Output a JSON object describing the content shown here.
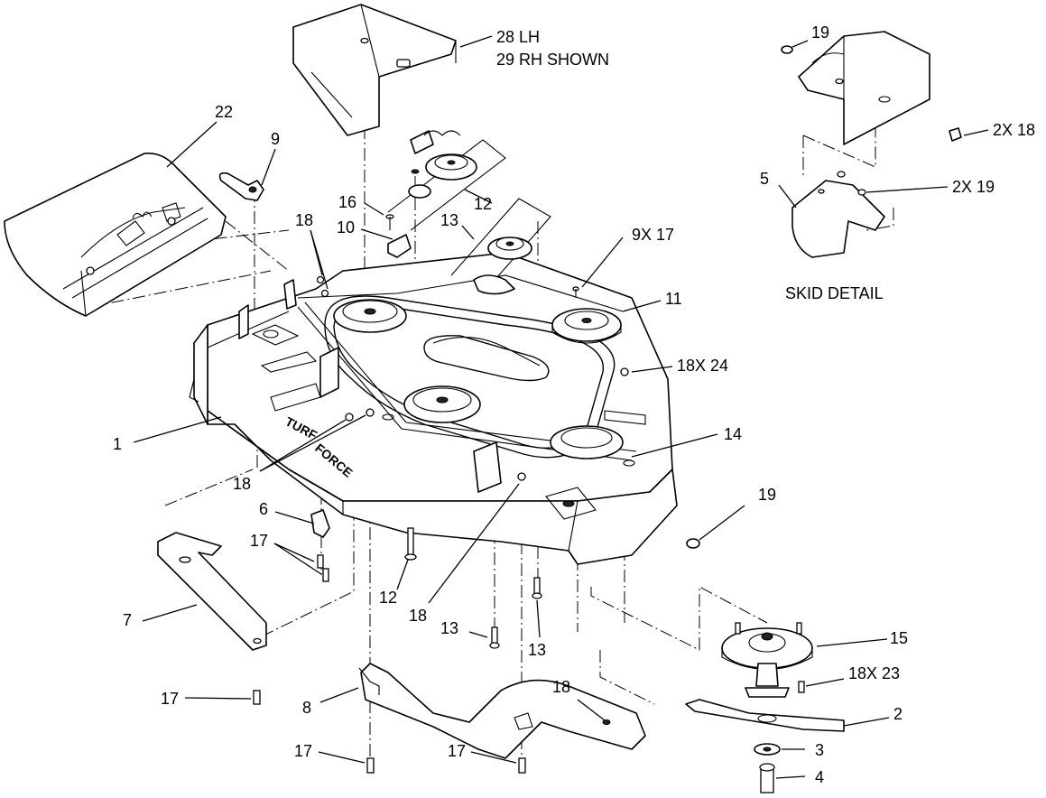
{
  "callouts": {
    "c28": "28 LH",
    "c29": "29 RH SHOWN",
    "c22": "22",
    "c9": "9",
    "c12a": "12",
    "c16": "16",
    "c10": "10",
    "c18a": "18",
    "c13a": "13",
    "c9x17": "9X 17",
    "c11": "11",
    "c18x24": "18X 24",
    "c1": "1",
    "c14": "14",
    "c18b": "18",
    "c6": "6",
    "c17a": "17",
    "c19b": "19",
    "c7": "7",
    "c12b": "12",
    "c18c": "18",
    "c13b": "13",
    "c13c": "13",
    "c15": "15",
    "c18x23": "18X 23",
    "c17b": "17",
    "c8": "8",
    "c18d": "18",
    "c2": "2",
    "c17c": "17",
    "c17d": "17",
    "c3": "3",
    "c4": "4",
    "c19a": "19",
    "c2x18": "2X 18",
    "c5": "5",
    "c2x19": "2X 19"
  },
  "skid_detail_title": "SKID DETAIL",
  "deck_decal": {
    "word1": "TURF",
    "word2": "FORCE"
  }
}
